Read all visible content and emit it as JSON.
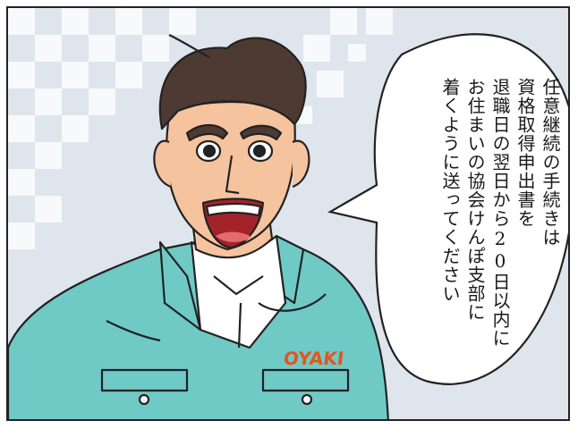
{
  "speech": {
    "lines": [
      "任意継続の手続きは",
      "資格取得申出書を",
      "退職日の翌日から20日以内に",
      "お住まいの協会けんぽ支部に",
      "着くように送ってください"
    ]
  },
  "character": {
    "logo_text": "OYAKI"
  },
  "colors": {
    "background": "#dfe5ec",
    "checker": "#f7f9fb",
    "jacket": "#6fcac6",
    "skin": "#f6c39f",
    "hair": "#4d3a32",
    "logo": "#e3561e"
  }
}
